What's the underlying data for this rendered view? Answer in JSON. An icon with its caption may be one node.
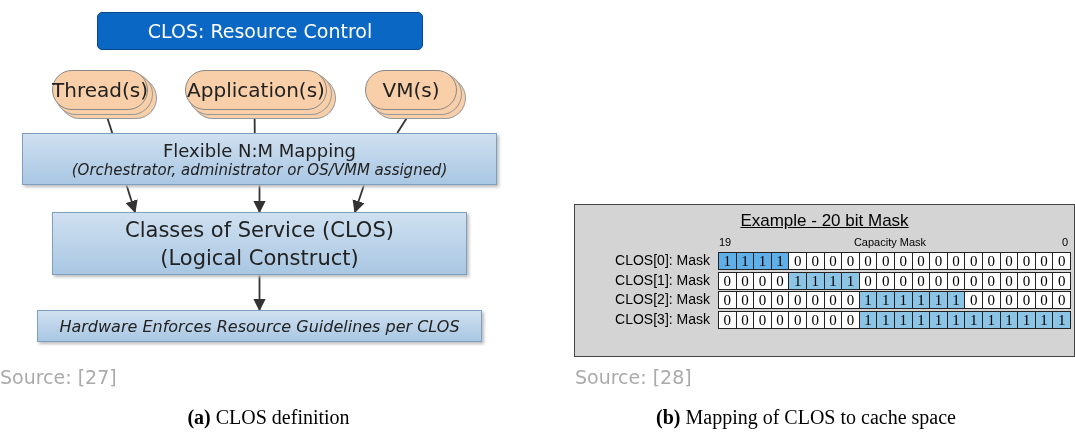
{
  "diagram": {
    "nodes": [
      {
        "text": [
          "CLOS: Resource Control"
        ]
      },
      {
        "text": [
          "Thread(s)"
        ]
      },
      {
        "text": [
          "Application(s)"
        ]
      },
      {
        "text": [
          "VM(s)"
        ]
      },
      {
        "text": [
          "Flexible N:M Mapping",
          "(Orchestrator, administrator or OS/VMM assigned)"
        ]
      },
      {
        "text": [
          "Classes of Service (CLOS) (Logical Construct)"
        ]
      },
      {
        "text": [
          "Hardware Enforces Resource Guidelines per CLOS"
        ]
      },
      {
        "text": [
          "Example - 20 bit Mask"
        ]
      }
    ],
    "edges": [
      {
        "from": 1,
        "to": 4,
        "arrow": "none"
      },
      {
        "from": 2,
        "to": 4,
        "arrow": "none"
      },
      {
        "from": 3,
        "to": 4,
        "arrow": "none"
      },
      {
        "from": 4,
        "to": 5,
        "arrow": "to"
      },
      {
        "from": 4,
        "to": 5,
        "arrow": "to"
      },
      {
        "from": 4,
        "to": 5,
        "arrow": "to"
      },
      {
        "from": 5,
        "to": 6,
        "arrow": "to"
      }
    ],
    "labels": [
      "19",
      "Capacity Mask",
      "0",
      "CLOS[0]: Mask",
      "1",
      "1",
      "1",
      "1",
      "0",
      "0",
      "0",
      "0",
      "0",
      "0",
      "0",
      "0",
      "0",
      "0",
      "0",
      "0",
      "0",
      "0",
      "0",
      "0",
      "CLOS[1]: Mask",
      "0",
      "0",
      "0",
      "0",
      "1",
      "1",
      "1",
      "1",
      "0",
      "0",
      "0",
      "0",
      "0",
      "0",
      "0",
      "0",
      "0",
      "0",
      "0",
      "0",
      "CLOS[2]: Mask",
      "0",
      "0",
      "0",
      "0",
      "0",
      "0",
      "0",
      "0",
      "1",
      "1",
      "1",
      "1",
      "1",
      "1",
      "0",
      "0",
      "0",
      "0",
      "0",
      "0",
      "CLOS[3]: Mask",
      "0",
      "0",
      "0",
      "0",
      "0",
      "0",
      "0",
      "0",
      "1",
      "1",
      "1",
      "1",
      "1",
      "1",
      "1",
      "1",
      "1",
      "1",
      "1",
      "1",
      "Source: [27]",
      "Source: [28]",
      "**(a)** CLOS definition",
      "**(b)** Mapping of CLOS to cache space"
    ]
  }
}
